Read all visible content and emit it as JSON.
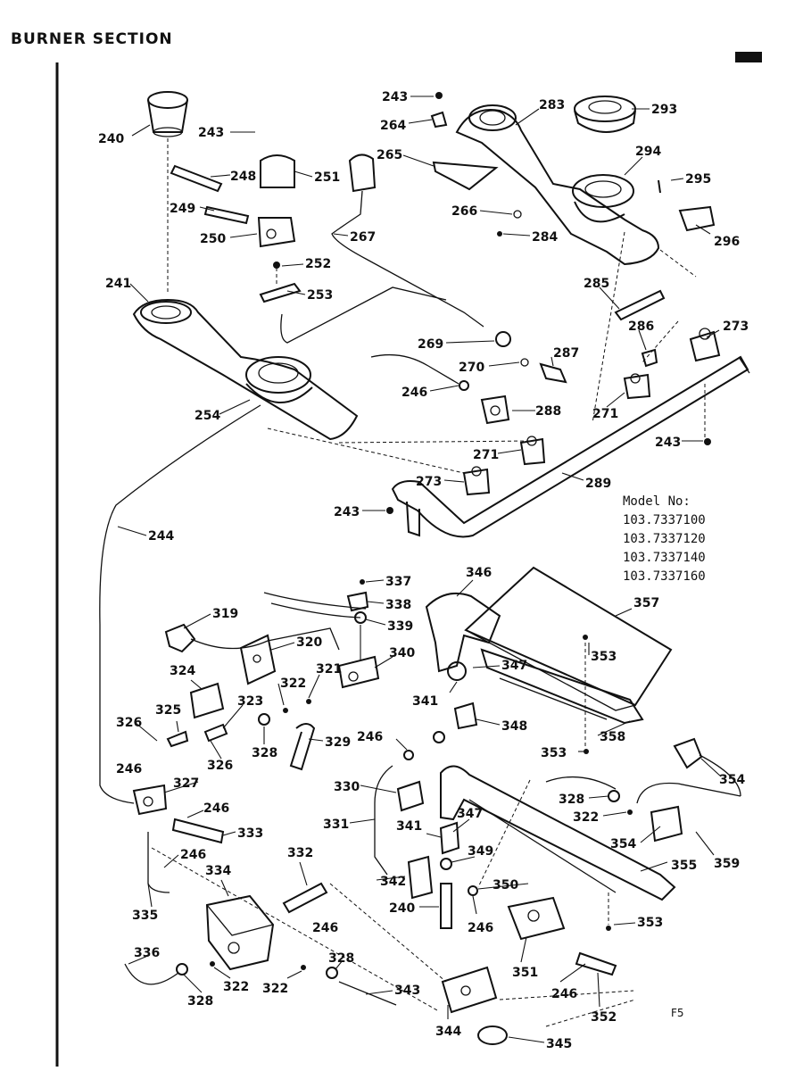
{
  "section_title": "BURNER SECTION",
  "model_heading": "Model No:",
  "models": [
    "103.7337100",
    "103.7337120",
    "103.7337140",
    "103.7337160"
  ],
  "footer_code": "F5",
  "labels": {
    "l240": "240",
    "l243a": "243",
    "l248": "248",
    "l251": "251",
    "l249": "249",
    "l250": "250",
    "l252": "252",
    "l253": "253",
    "l241": "241",
    "l254": "254",
    "l244": "244",
    "l243b": "243",
    "l264": "264",
    "l265": "265",
    "l267": "267",
    "l266": "266",
    "l269": "269",
    "l270": "270",
    "l246a": "246",
    "l288": "288",
    "l271a": "271",
    "l273a": "273",
    "l243c": "243",
    "l283": "283",
    "l293": "293",
    "l294": "294",
    "l295": "295",
    "l296": "296",
    "l284": "284",
    "l285": "285",
    "l286": "286",
    "l273b": "273",
    "l287": "287",
    "l271b": "271",
    "l243d": "243",
    "l289": "289",
    "l337": "337",
    "l338": "338",
    "l339": "339",
    "l346": "346",
    "l357": "357",
    "l319": "319",
    "l320": "320",
    "l324": "324",
    "l321": "321",
    "l340": "340",
    "l322a": "322",
    "l323": "323",
    "l347a": "347",
    "l353a": "353",
    "l325": "325",
    "l326a": "326",
    "l326b": "326",
    "l328a": "328",
    "l329": "329",
    "l341a": "341",
    "l348": "348",
    "l246b": "246",
    "l358": "358",
    "l353b": "353",
    "l354a": "354",
    "l246c": "246",
    "l327": "327",
    "l330": "330",
    "l328b": "328",
    "l322b": "322",
    "l246d": "246",
    "l333": "333",
    "l331": "331",
    "l341b": "341",
    "l347b": "347",
    "l354b": "354",
    "l359": "359",
    "l332": "332",
    "l246e": "246",
    "l334": "334",
    "l349": "349",
    "l355": "355",
    "l342": "342",
    "l350": "350",
    "l335": "335",
    "l240b": "240",
    "l246f": "246",
    "l246g": "246",
    "l353c": "353",
    "l336": "336",
    "l328c": "328",
    "l322c": "322",
    "l322d": "322",
    "l343": "343",
    "l351": "351",
    "l246h": "246",
    "l328d": "328",
    "l344": "344",
    "l352": "352",
    "l345": "345"
  }
}
